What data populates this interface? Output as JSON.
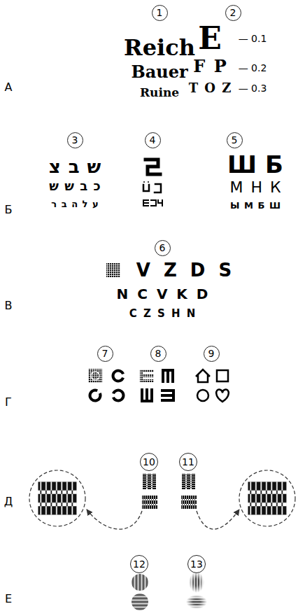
{
  "diagram": {
    "nodes": [
      {
        "text": [
          "1"
        ]
      },
      {
        "text": [
          "2"
        ]
      },
      {
        "text": [
          "3"
        ]
      },
      {
        "text": [
          "4"
        ]
      },
      {
        "text": [
          "5"
        ]
      },
      {
        "text": [
          "6"
        ]
      },
      {
        "text": [
          "7"
        ]
      },
      {
        "text": [
          "8"
        ]
      },
      {
        "text": [
          "9"
        ]
      },
      {
        "text": [
          "10"
        ]
      },
      {
        "text": [
          "11"
        ]
      },
      {
        "text": [
          "12"
        ]
      },
      {
        "text": [
          "13"
        ]
      }
    ],
    "labels": [
      "А",
      "Б",
      "В",
      "Г",
      "Д",
      "Е",
      "Reich",
      "Bauer",
      "Ruine",
      "E",
      "F P",
      "T O Z",
      "— 0.1",
      "— 0.2",
      "— 0.3",
      "ש ב צ",
      "כ ב ש ש",
      "ע ל ה ב ר",
      "Ш Б",
      "М Н К",
      "Ы М Б Ш",
      "V Z D S",
      "N C V K D",
      "C Z S H N"
    ]
  }
}
